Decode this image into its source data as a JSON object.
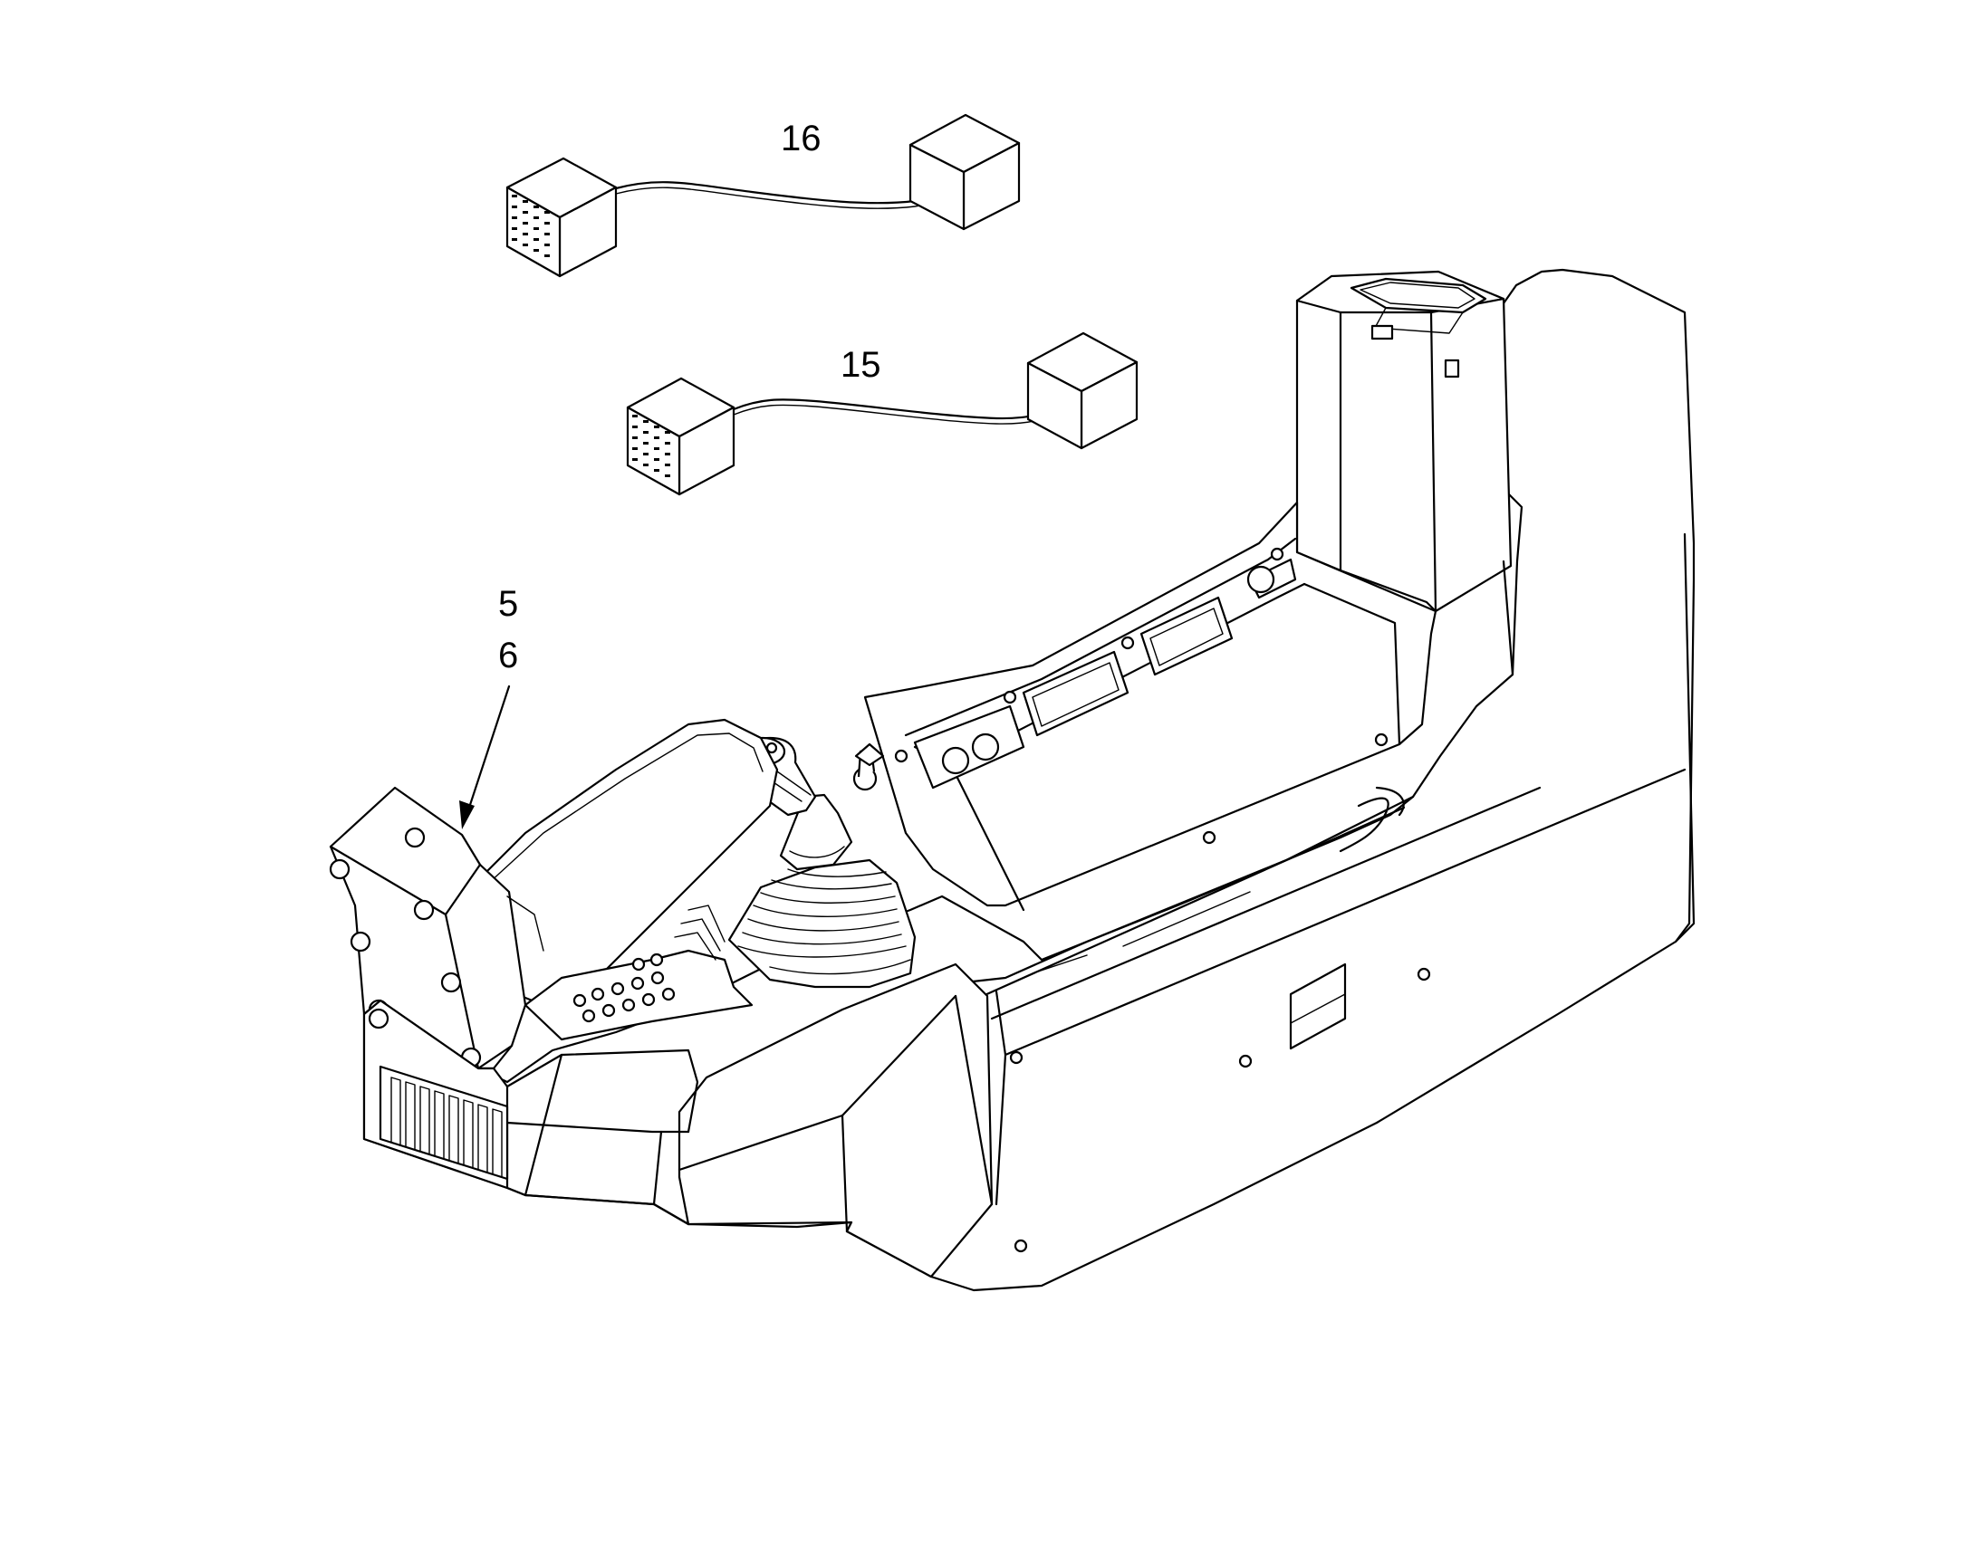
{
  "callouts": {
    "harness_16": "16",
    "harness_15": "15",
    "part_5": "5",
    "part_6": "6"
  },
  "colors": {
    "line": "#000000",
    "background": "#ffffff"
  }
}
